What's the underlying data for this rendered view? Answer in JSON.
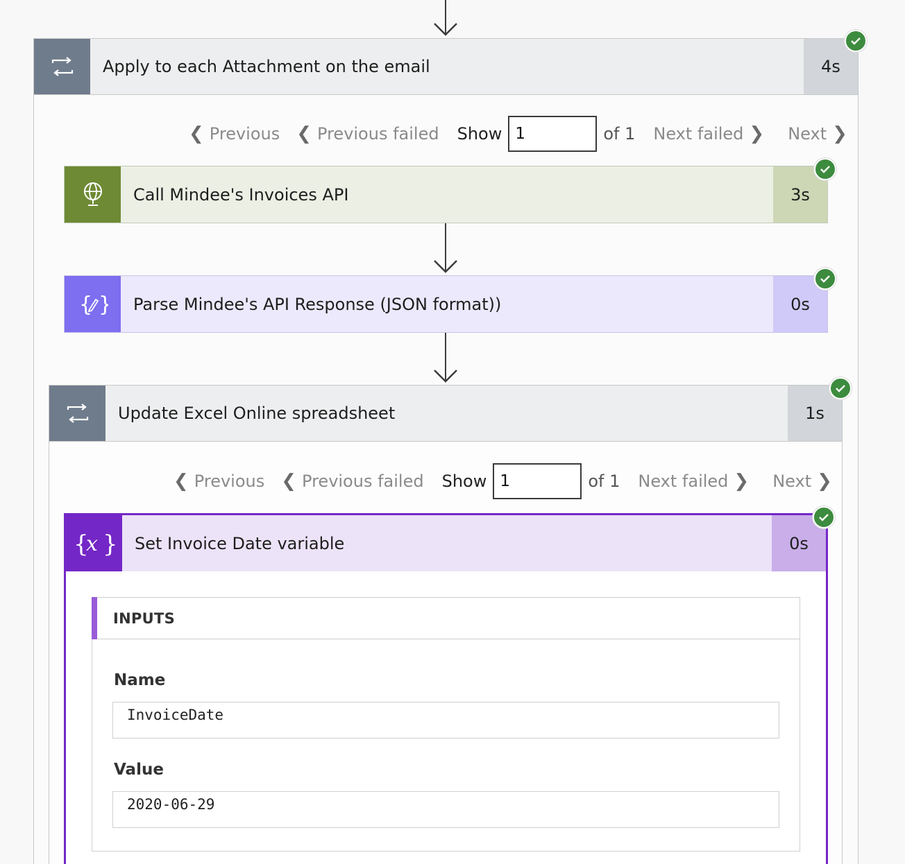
{
  "apply_each": {
    "title": "Apply to each Attachment on the email",
    "duration": "4s",
    "icon": "loop-icon"
  },
  "pager_outer": {
    "previous": "Previous",
    "previous_failed": "Previous failed",
    "show": "Show",
    "value": "1",
    "of": "of 1",
    "next_failed": "Next failed",
    "next": "Next"
  },
  "call_api": {
    "title": "Call Mindee's Invoices API",
    "duration": "3s",
    "icon": "globe-icon",
    "color": "#6e8a35"
  },
  "parse_json": {
    "title": "Parse Mindee's API Response (JSON format))",
    "duration": "0s",
    "icon": "json-edit-icon",
    "color": "#7e6ef0"
  },
  "update_excel": {
    "title": "Update Excel Online spreadsheet",
    "duration": "1s",
    "icon": "loop-icon"
  },
  "pager_inner": {
    "previous": "Previous",
    "previous_failed": "Previous failed",
    "show": "Show",
    "value": "1",
    "of": "of 1",
    "next_failed": "Next failed",
    "next": "Next"
  },
  "set_variable": {
    "title": "Set Invoice Date variable",
    "duration": "0s",
    "icon": "variable-icon",
    "color": "#7427c7"
  },
  "inputs": {
    "heading": "INPUTS",
    "name_label": "Name",
    "name_value": "InvoiceDate",
    "value_label": "Value",
    "value_value": "2020-06-29"
  },
  "status_colors": {
    "success": "#3c8b3e"
  }
}
